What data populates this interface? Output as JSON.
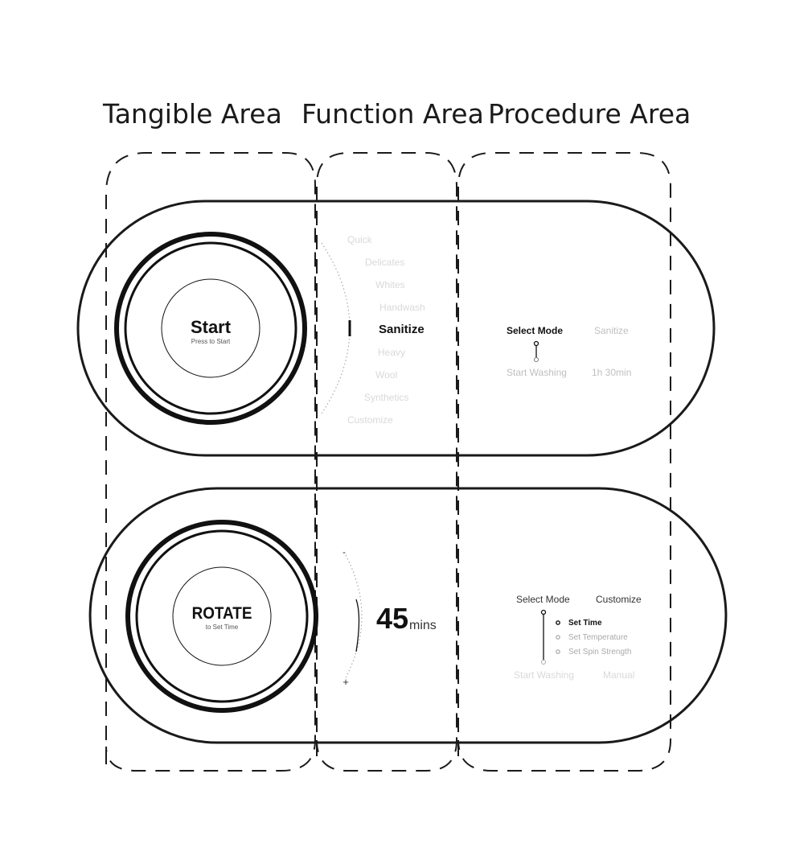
{
  "areas": {
    "tangible": "Tangible Area",
    "function": "Function Area",
    "procedure": "Procedure Area"
  },
  "panel_top": {
    "knob_label": "Start",
    "knob_sublabel": "Press to Start",
    "modes": [
      "Quick",
      "Delicates",
      "Whites",
      "Handwash",
      "Sanitize",
      "Heavy",
      "Wool",
      "Synthetics",
      "Customize"
    ],
    "selected_mode_index": 4,
    "procedure": {
      "step1_label": "Select Mode",
      "step1_value": "Sanitize",
      "step2_label": "Start Washing",
      "step2_value": "1h 30min"
    }
  },
  "panel_bottom": {
    "knob_label": "ROTATE",
    "knob_sublabel": "to Set Time",
    "dial_minus": "-",
    "dial_plus": "+",
    "time_value": "45",
    "time_unit": "mins",
    "procedure": {
      "step1_label": "Select Mode",
      "step1_value": "Customize",
      "substeps": [
        "Set Time",
        "Set Temperature",
        "Set Spin Strength"
      ],
      "active_substep_index": 0,
      "step2_label": "Start Washing",
      "step2_value": "Manual"
    }
  },
  "colors": {
    "ink": "#1a1a1a",
    "faded": "#d9d9d9",
    "secondary": "#bfbfbf"
  }
}
